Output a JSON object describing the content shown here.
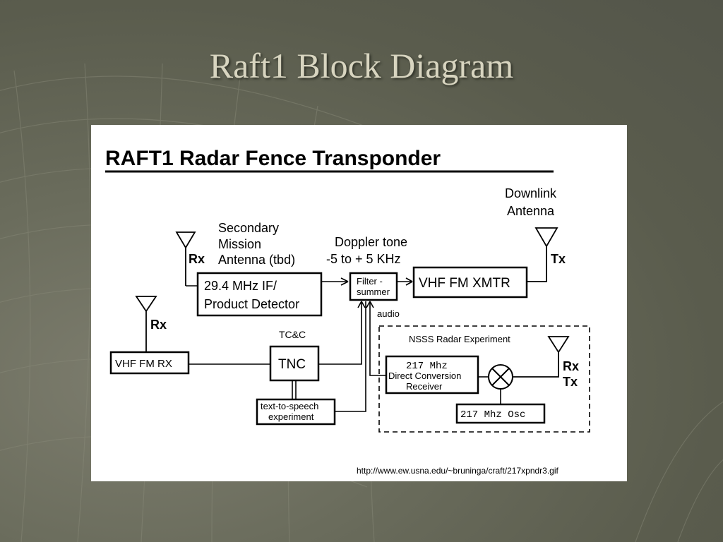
{
  "slide": {
    "title": "Raft1 Block Diagram"
  },
  "diagram": {
    "heading": "RAFT1  Radar Fence Transponder",
    "labels": {
      "downlink_1": "Downlink",
      "downlink_2": "Antenna",
      "secondary_1": "Secondary",
      "secondary_2": "Mission",
      "secondary_3": "Antenna (tbd)",
      "doppler_1": "Doppler tone",
      "doppler_2": "-5 to + 5 KHz",
      "rx_top": "Rx",
      "rx_left": "Rx",
      "tx_top": "Tx",
      "rx_right": "Rx",
      "tx_right": "Tx",
      "tcc": "TC&C",
      "audio": "audio",
      "nsss": "NSSS Radar Experiment",
      "url": "http://www.ew.usna.edu/~bruninga/craft/217xpndr3.gif"
    },
    "blocks": {
      "if_detector_1": "29.4  MHz IF/",
      "if_detector_2": "Product Detector",
      "filter_1": "Filter -",
      "filter_2": "summer",
      "vhf_xmtr": "VHF FM XMTR",
      "vhf_rx": "VHF FM RX",
      "tnc": "TNC",
      "tts_1": "text-to-speech",
      "tts_2": "experiment",
      "receiver_1": "217 Mhz",
      "receiver_2": "Direct Conversion",
      "receiver_3": "Receiver",
      "osc": "217 Mhz Osc"
    }
  }
}
